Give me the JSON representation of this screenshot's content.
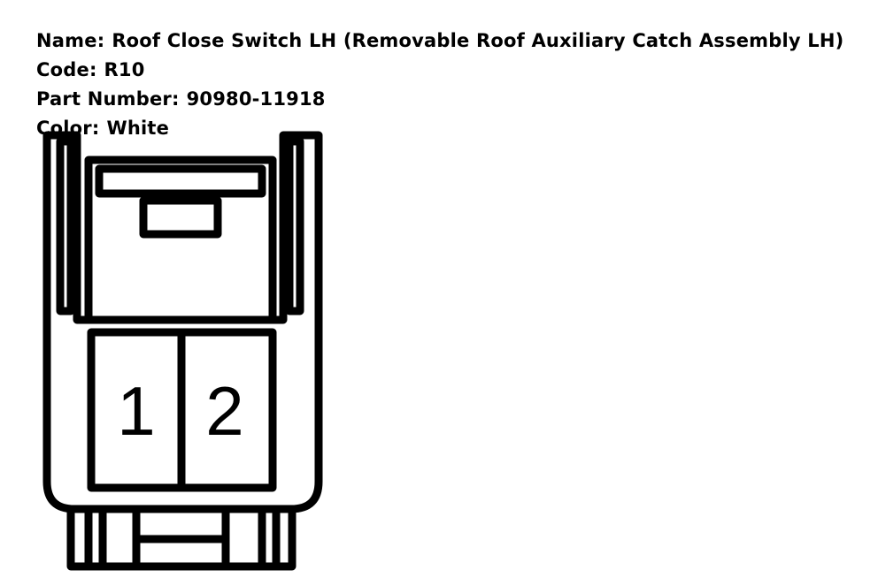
{
  "info": {
    "name_label": "Name:",
    "name_value": "Roof Close Switch LH (Removable Roof Auxiliary Catch Assembly LH)",
    "code_label": "Code:",
    "code_value": "R10",
    "part_label": "Part Number:",
    "part_value": "90980-11918",
    "color_label": "Color:",
    "color_value": "White"
  },
  "connector": {
    "terminals": [
      "1",
      "2"
    ],
    "stroke_color": "#000000",
    "fill_color": "#ffffff"
  }
}
